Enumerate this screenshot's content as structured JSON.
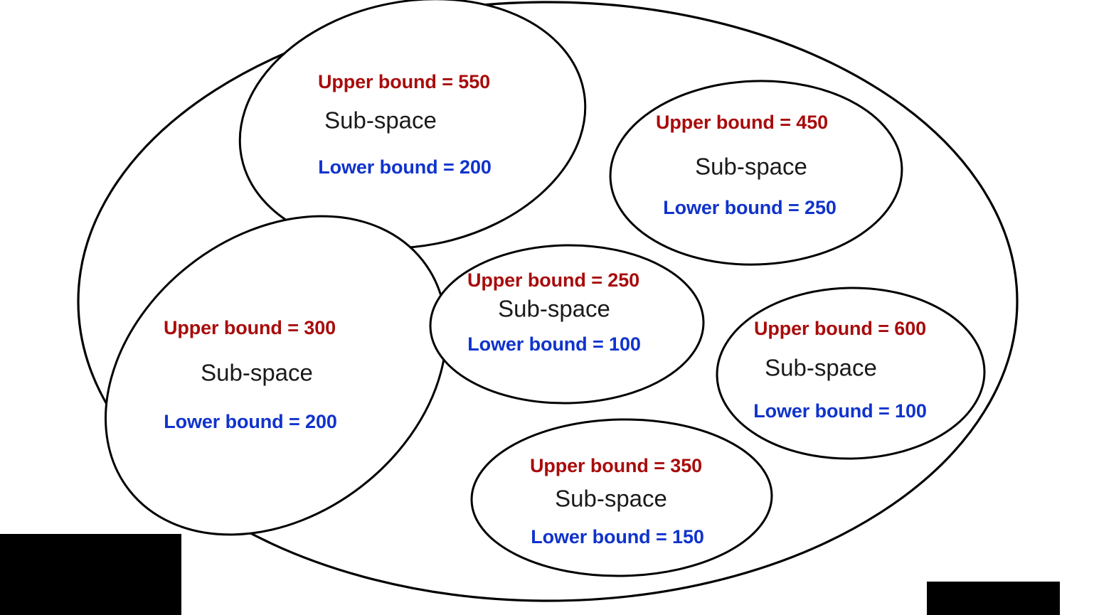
{
  "diagram": {
    "title": "Solution space partitioned into sub-spaces with bounds",
    "colors": {
      "upper_bound_text": "#A80C0C",
      "lower_bound_text": "#1033CC",
      "label_text": "#1A1A1A",
      "outline": "#000000",
      "background": "#FFFFFF",
      "redaction": "#000000"
    },
    "outer_space": {
      "name": "search-space",
      "label": ""
    },
    "subspaces": [
      {
        "id": "subspace-top-left",
        "upper_bound": "Upper bound = 550",
        "label": "Sub-space",
        "lower_bound": "Lower bound = 200",
        "upper_bound_value": 550,
        "lower_bound_value": 200
      },
      {
        "id": "subspace-top-right",
        "upper_bound": "Upper bound = 450",
        "label": "Sub-space",
        "lower_bound": "Lower bound = 250",
        "upper_bound_value": 450,
        "lower_bound_value": 250
      },
      {
        "id": "subspace-left",
        "upper_bound": "Upper bound = 300",
        "label": "Sub-space",
        "lower_bound": "Lower bound = 200",
        "upper_bound_value": 300,
        "lower_bound_value": 200
      },
      {
        "id": "subspace-center",
        "upper_bound": "Upper bound = 250",
        "label": "Sub-space",
        "lower_bound": "Lower bound = 100",
        "upper_bound_value": 250,
        "lower_bound_value": 100
      },
      {
        "id": "subspace-right",
        "upper_bound": "Upper bound = 600",
        "label": "Sub-space",
        "lower_bound": "Lower bound = 100",
        "upper_bound_value": 600,
        "lower_bound_value": 100
      },
      {
        "id": "subspace-bottom",
        "upper_bound": "Upper bound = 350",
        "label": "Sub-space",
        "lower_bound": "Lower bound = 150",
        "upper_bound_value": 350,
        "lower_bound_value": 150
      }
    ],
    "redactions": [
      {
        "id": "redaction-bottom-left",
        "label": ""
      },
      {
        "id": "redaction-bottom-right",
        "label": ""
      }
    ]
  }
}
